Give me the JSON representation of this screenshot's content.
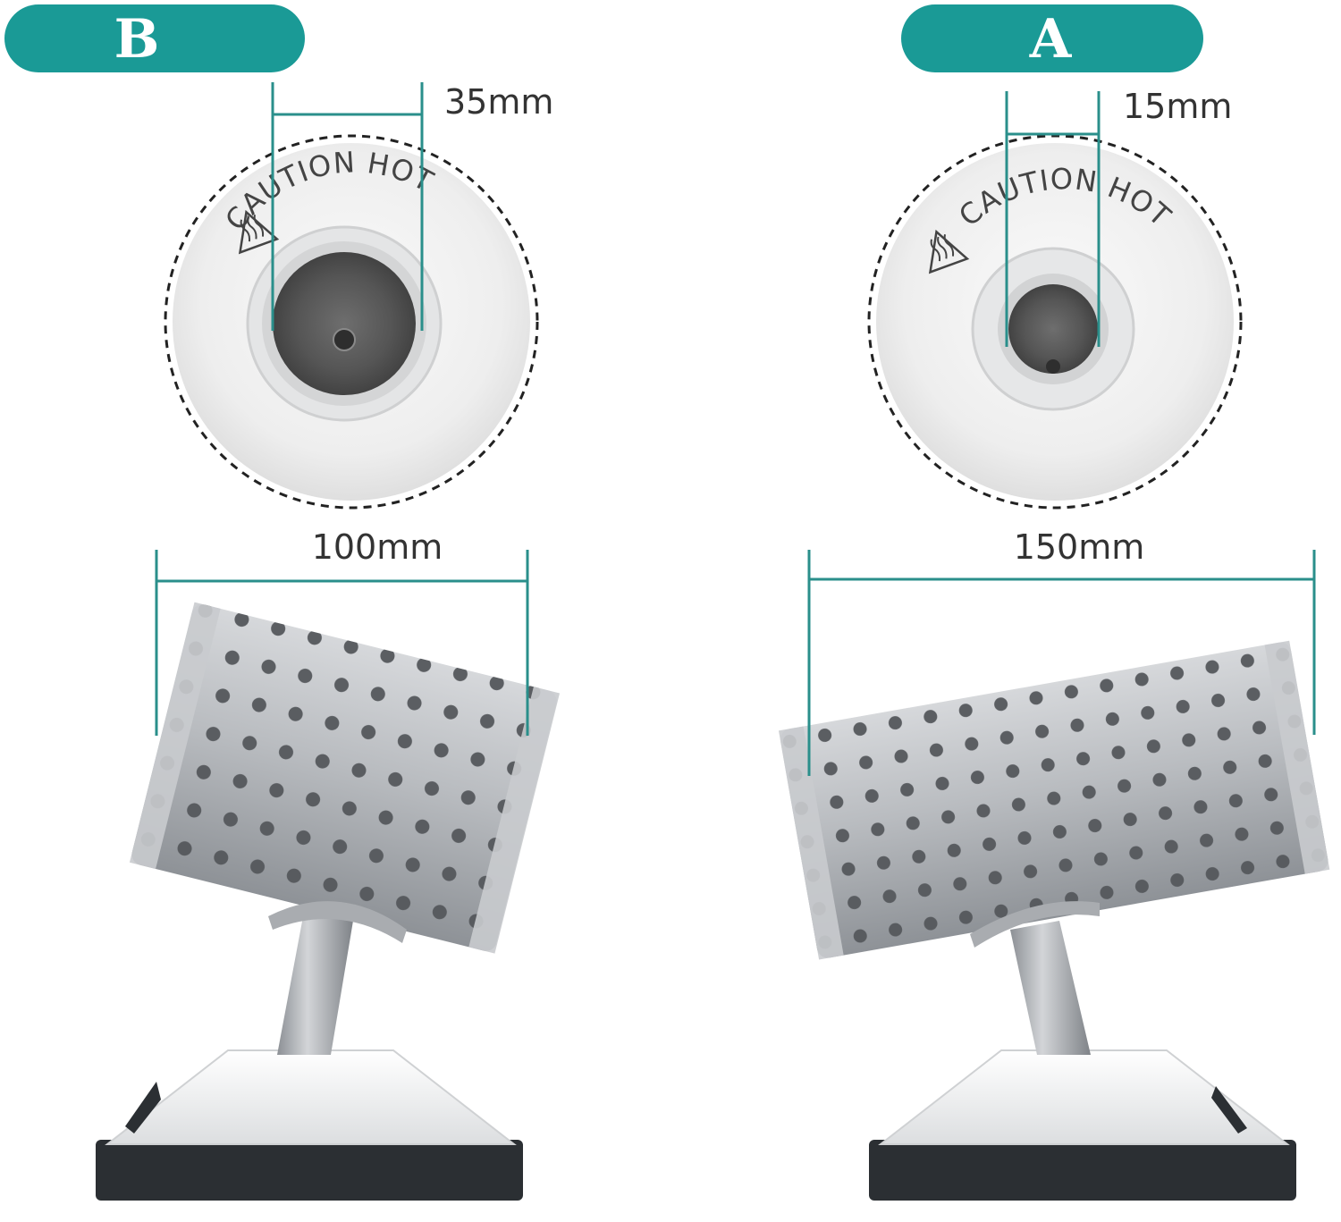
{
  "variants": {
    "B": {
      "label": "B",
      "inner_diameter": "35mm",
      "length": "100mm",
      "caution_text": "CAUTION HOT"
    },
    "A": {
      "label": "A",
      "inner_diameter": "15mm",
      "length": "150mm",
      "caution_text": "CAUTION HOT"
    }
  },
  "colors": {
    "teal": "#1a9a96",
    "dim_line": "#2a8f8b",
    "metal": "#b9bcc0",
    "base_white": "#f2f3f4",
    "base_dark": "#2b2f33"
  },
  "icons": {
    "hot_warning": "hot-surface-triangle-icon"
  }
}
